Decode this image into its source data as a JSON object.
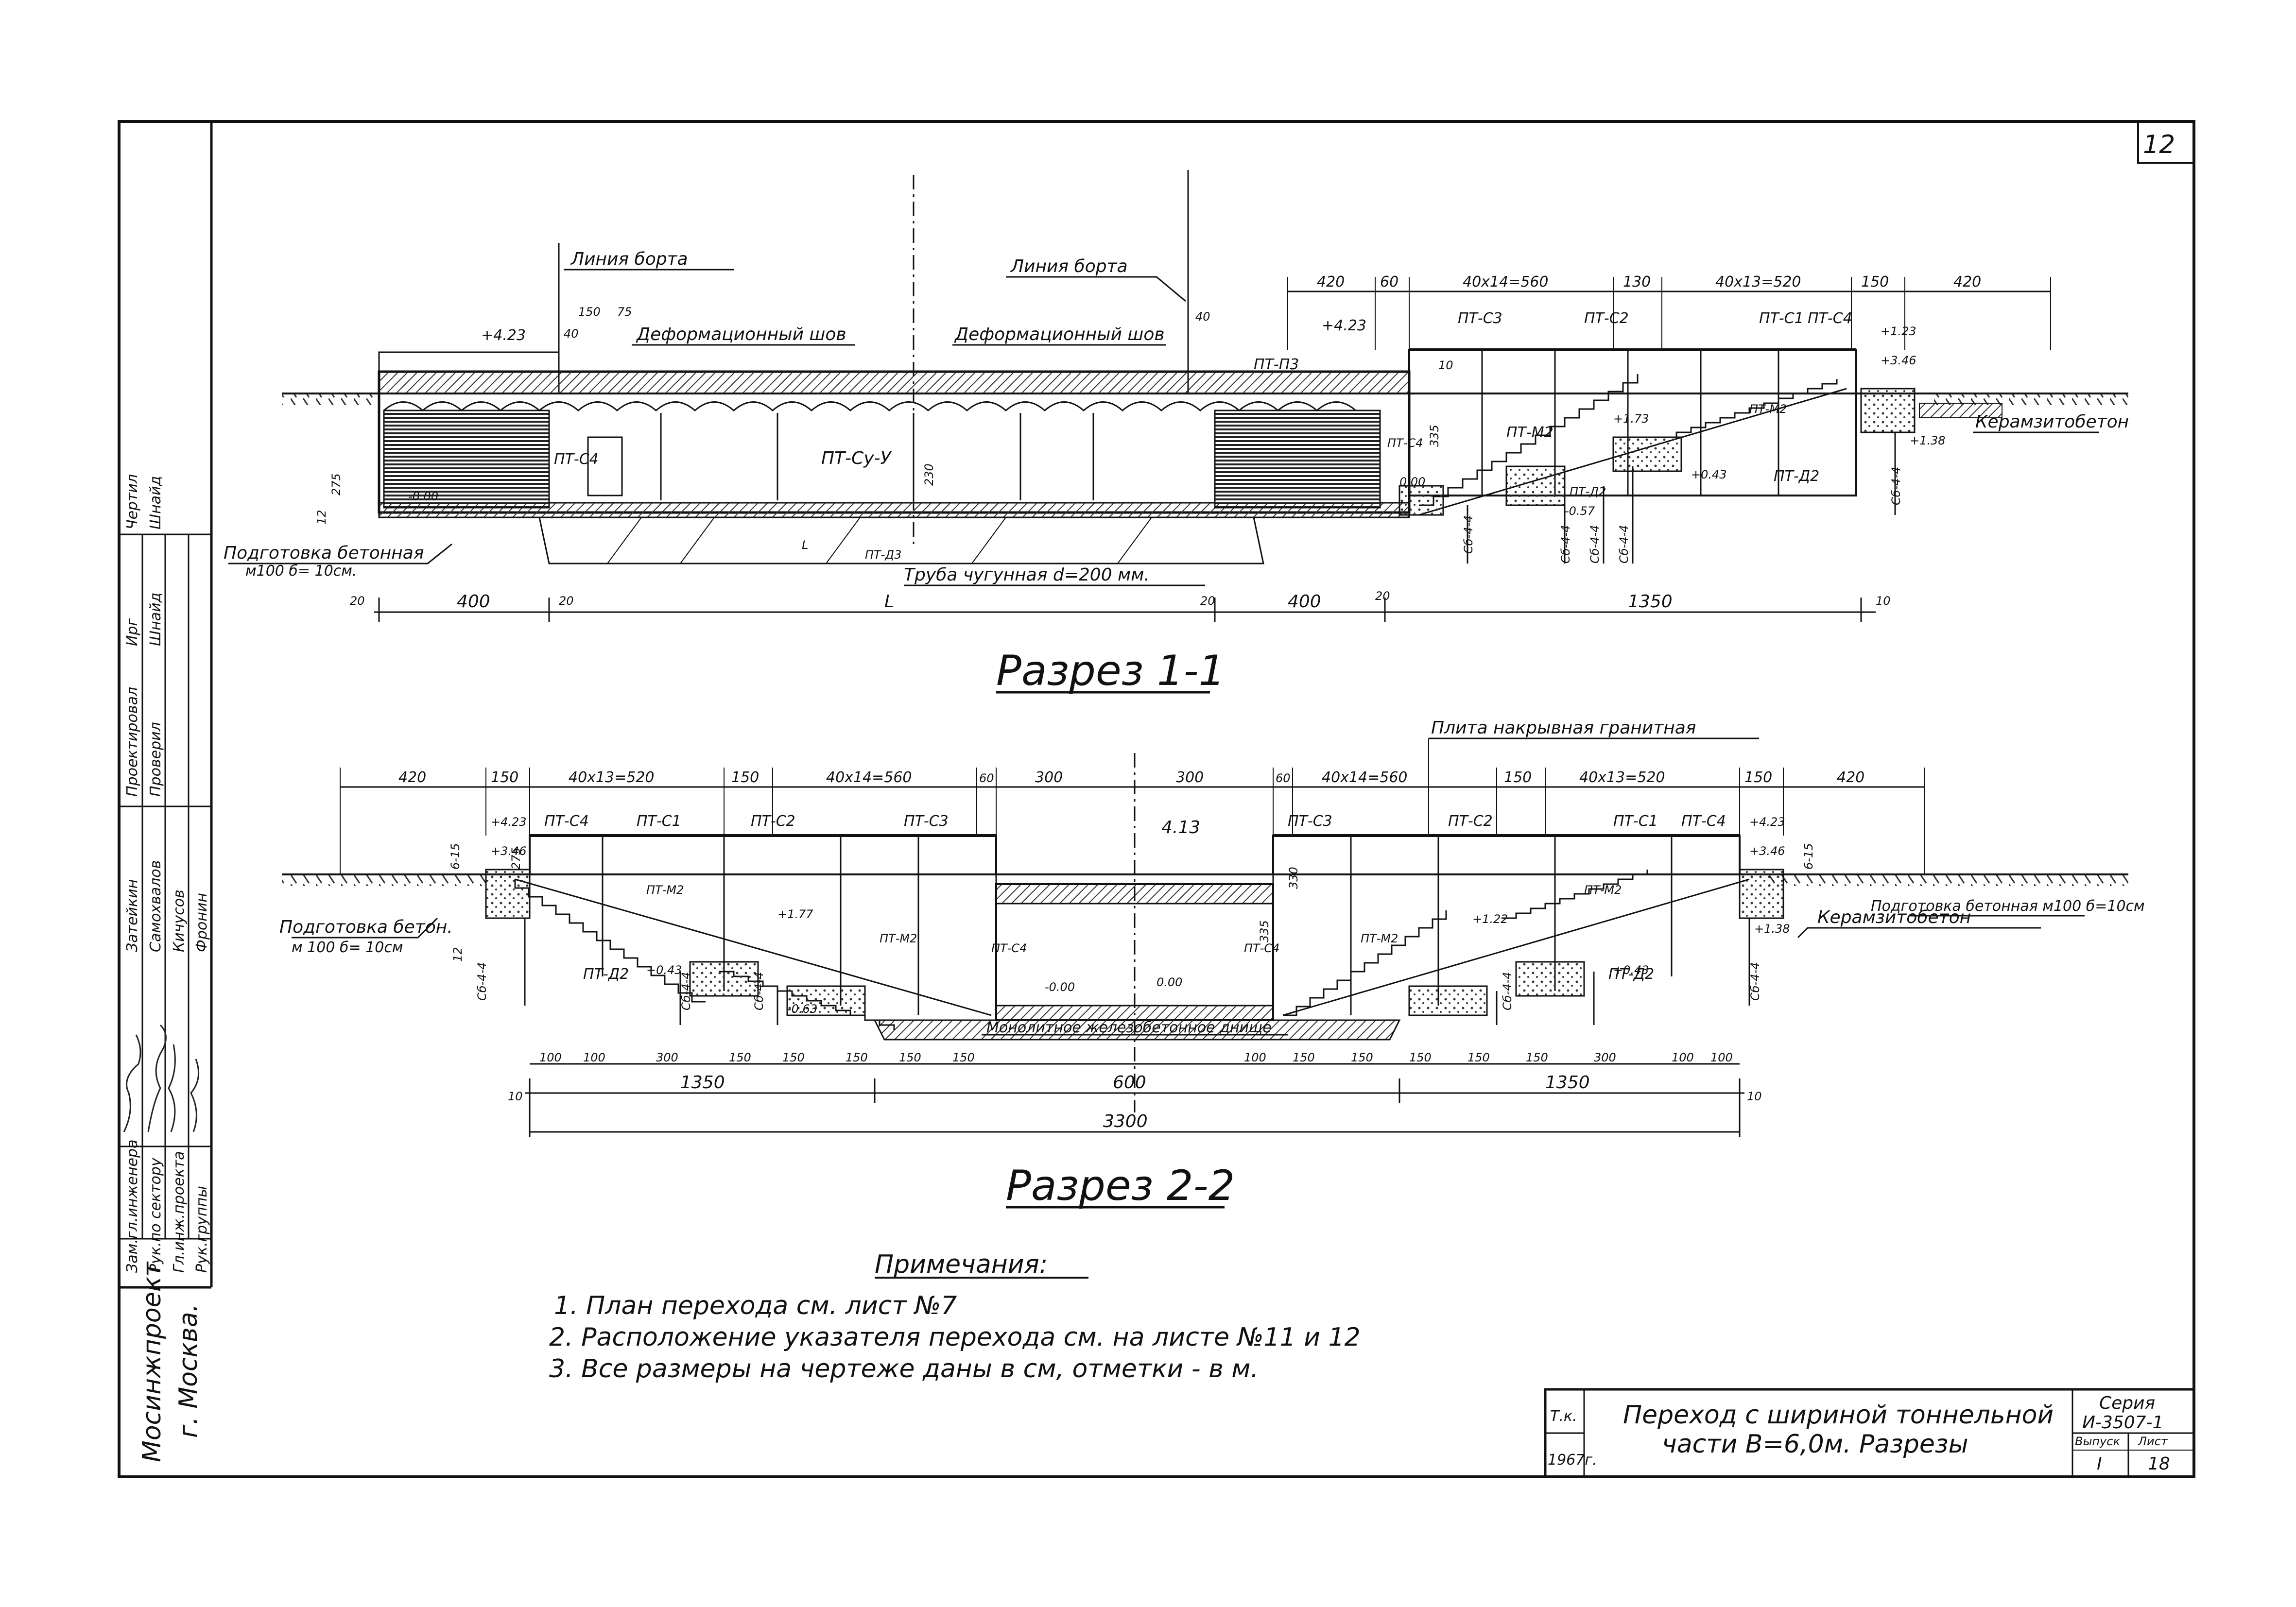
{
  "sheet": {
    "number": "12",
    "org": [
      "Мосинжпроект",
      "г. Москва."
    ]
  },
  "section_1": {
    "title": "Разрез 1-1",
    "callouts": {
      "liniya_borta_left": "Линия борта",
      "liniya_borta_right": "Линия борта",
      "shov_left": "Деформационный шов",
      "shov_right": "Деформационный шов",
      "podgotovka": [
        "Подготовка бетонная",
        "м100 б= 10см."
      ],
      "truba": "Труба чугунная d=200 мм.",
      "keramzit": "Керамзитобетон"
    },
    "top_dims": [
      "420",
      "60",
      "40x14=560",
      "130",
      "40x13=520",
      "150",
      "420"
    ],
    "bottom_dims": [
      "20",
      "400",
      "20",
      "L",
      "20",
      "400",
      "20",
      "1350",
      "10"
    ],
    "elevations": [
      "+4.23",
      "+4.23",
      "+1.23",
      "+3.46",
      "+1.38",
      "+0.43",
      "+1.73",
      "-0.57",
      "0.00",
      "-0.00"
    ],
    "elements": [
      "ПТ-С3",
      "ПТ-С2",
      "ПТ-С1",
      "ПТ-С4",
      "ПТ-П3",
      "ПТ-М2",
      "ПТ-М2",
      "ПТ-Д2",
      "ПТ-Д2",
      "ПТ-С4",
      "ПТ-Су-У",
      "ПТ-Д3",
      "ПТ-С4"
    ],
    "misc": [
      "150",
      "75",
      "40",
      "40",
      "275",
      "12",
      "230",
      "335",
      "10",
      "L"
    ],
    "foundations": [
      "Сб-4-4",
      "Сб-4-4",
      "Сб-4-4",
      "Сб-4-4",
      "Сб-4-4"
    ]
  },
  "section_2": {
    "title": "Разрез 2-2",
    "callouts": {
      "plita": "Плита накрывная гранитная",
      "podgotovka_left": [
        "Подготовка бетон.",
        "м 100 б= 10см"
      ],
      "podgotovka_right": "Подготовка бетонная м100 б=10см",
      "keramzit": "Керамзитобетон",
      "monolith": "Монолитное железобетонное днище"
    },
    "top_dims": [
      "420",
      "150",
      "40x13=520",
      "150",
      "40x14=560",
      "60",
      "300",
      "300",
      "60",
      "40x14=560",
      "150",
      "40x13=520",
      "150",
      "420"
    ],
    "sub_dims_left": [
      "100",
      "100",
      "300",
      "150",
      "150",
      "150",
      "150",
      "150"
    ],
    "sub_dims_right": [
      "100",
      "150",
      "150",
      "150",
      "150",
      "150",
      "300",
      "100",
      "100"
    ],
    "span_dims": [
      "10",
      "1350",
      "600",
      "1350",
      "10"
    ],
    "total": "3300",
    "elevations": [
      "+4.23",
      "+3.46",
      "+1.77",
      "+1.22",
      "-0.63",
      "+0.43",
      "+0.43",
      "0.00",
      "-0.00",
      "+4.23",
      "+3.46",
      "+1.38",
      "4.13"
    ],
    "elements": [
      "ПТ-С4",
      "ПТ-С1",
      "ПТ-С2",
      "ПТ-С3",
      "ПТ-С3",
      "ПТ-С2",
      "ПТ-С1",
      "ПТ-С4",
      "ПТ-М2",
      "ПТ-М2",
      "ПТ-М2",
      "ПТ-М2",
      "ПТ-Д2",
      "ПТ-Д2",
      "ПТ-С4",
      "ПТ-С4"
    ],
    "misc": [
      "6-15",
      "6-15",
      "275",
      "335",
      "330",
      "12"
    ],
    "foundations": [
      "Сб-4-4",
      "Сб-4-4",
      "Сб-4-4",
      "Сб-4-4",
      "Сб-4-4"
    ]
  },
  "notes": {
    "heading": "Примечания:",
    "items": [
      "1. План перехода см. лист №7",
      "2. Расположение указателя перехода см. на листе №11 и 12",
      "3. Все размеры на чертеже даны в см, отметки - в м."
    ]
  },
  "title_block": {
    "tk": "Т.к.",
    "year": "1967г.",
    "title_line1": "Переход с шириной тоннельной",
    "title_line2": "части В=6,0м. Разрезы",
    "series_label": "Серия",
    "series": "И-3507-1",
    "vypusk_label": "Выпуск",
    "list_label": "Лист",
    "vypusk": "I",
    "list": "18"
  },
  "stamp": {
    "roles": [
      "Зам.гл.инженера",
      "Рук.по сектору",
      "Гл.инж.проекта",
      "Рук.группы"
    ],
    "names": [
      "Затейкин",
      "Самохвалов",
      "Кичусов",
      "Фронин"
    ],
    "col_design": [
      "Проектировал",
      "Проверил"
    ],
    "col_names2": [
      "Ирг",
      "Шнайд"
    ],
    "col_names3": [
      "Чертил",
      "Шнайд"
    ]
  },
  "colors": {
    "ink": "#111111",
    "paper": "#ffffff",
    "hatch": "#333333"
  }
}
